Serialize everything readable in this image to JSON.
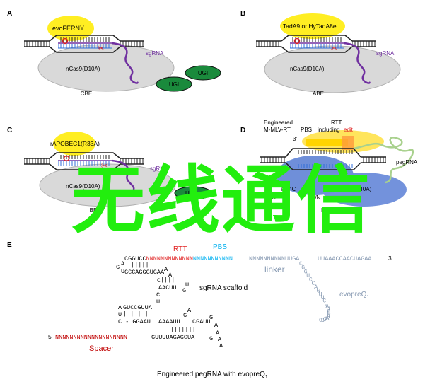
{
  "colors": {
    "yellow": "#ffee22",
    "ellipse_gray": "#d9d9d9",
    "ugi_green": "#1a8a3c",
    "sgrna_purple": "#7030a0",
    "rtt_red": "#e02020",
    "pbs_blue": "#00b0f0",
    "linker_blue": "#8497b0",
    "spacer_red": "#c00000",
    "pe_blue": "#5b7fd6",
    "pegrna_green": "#a9d18e",
    "watermark_green": "#22ee0e"
  },
  "panels": {
    "A": {
      "letter": "A",
      "enzyme": "evoFERNY",
      "sgrna": "sgRNA",
      "cas": "nCas9(D10A)",
      "ugi1": "UGI",
      "ugi2": "UGI",
      "caption": "CBE"
    },
    "B": {
      "letter": "B",
      "enzyme": "TadA9 or HyTadA8e",
      "sgrna": "sgRNA",
      "cas": "nCas9(D10A)",
      "caption": "ABE"
    },
    "C": {
      "letter": "C",
      "enzyme": "rAPOBEC1(R33A)",
      "sgrna": "sgRNA",
      "cas": "nCas9(D10A)",
      "ugi": "UG",
      "caption": "BE"
    },
    "D": {
      "letter": "D",
      "rt_line1": "Engineered",
      "rt_line2": "M-MLV-RT",
      "pbs": "PBS",
      "rtt": "RTT",
      "including": "including",
      "edit": "edit",
      "three_prime": "3'",
      "pegrna": "pegRNA",
      "cas_fragment": "ed nC",
      "cas_fragment2": "840A)",
      "lower_fragment": "(R",
      "lower_fragment2": "K/N",
      "caption": "PE",
      "caption_suffix": "ax"
    },
    "E": {
      "letter": "E",
      "rtt": "RTT",
      "pbs": "PBS",
      "linker": "linker",
      "scaffold": "sgRNA scaffold",
      "evopreq": "evopreQ",
      "evopreq_sub": "1",
      "spacer": "Spacer",
      "seq_top_black": "CGGUCC",
      "seq_top_red": "NNNNNNNNNNNNN",
      "seq_top_blue": "NNNNNNNNNNN",
      "seq_top_linker": "NNNNNNNNNNUUGA",
      "seq_top_end": "UUAAACCAACUAGAA",
      "three_prime": "3'",
      "stem1_ga": "G",
      "stem1_a": "A",
      "stem1_u": "U",
      "stem1_bars": "||||||",
      "stem1_bottom": "GCCAGGGUGAA",
      "stem1_a2": "A",
      "stem1_a3": "A",
      "stem2_bars": "||||",
      "stem2_c": "C",
      "stem2_bottom": "AACUU",
      "stem2_g": "G",
      "stem2_u": "U",
      "stem2_c2": "C",
      "stem2_u2": "U",
      "stem3_a": "A",
      "stem3_top": "GUCCGUUA",
      "stem3_u": "U",
      "stem3_bars": "| |   |   |",
      "stem3_bottom": "C - GGAAU",
      "stem3_mid": "AAAAUU",
      "stem3_g": "G",
      "stem3_a2": "A",
      "stem3_cgauu": "CGAUU",
      "stem3_bars2": "|||||||",
      "stem3_a3": "A",
      "stem3_g2": "G",
      "five_prime": "5'",
      "spacer_seq": "NNNNNNNNNNNNNNNNNNNN",
      "spacer_tail": "GUUUUAGAGCUA",
      "spacer_g": "G",
      "spacer_a": "A",
      "spacer_a2": "A",
      "spacer_a3": "A",
      "loop_letters": [
        "C",
        "G",
        "G",
        "U",
        "C",
        "C",
        "A",
        "G",
        "U",
        "U",
        "C",
        "U",
        "A",
        "U",
        "C",
        "C",
        "G",
        "U",
        "A",
        "A",
        "G",
        "G",
        "C"
      ],
      "footer": "Engineered pegRNA with evopreQ",
      "footer_sub": "1"
    }
  },
  "watermark": "无线通信"
}
